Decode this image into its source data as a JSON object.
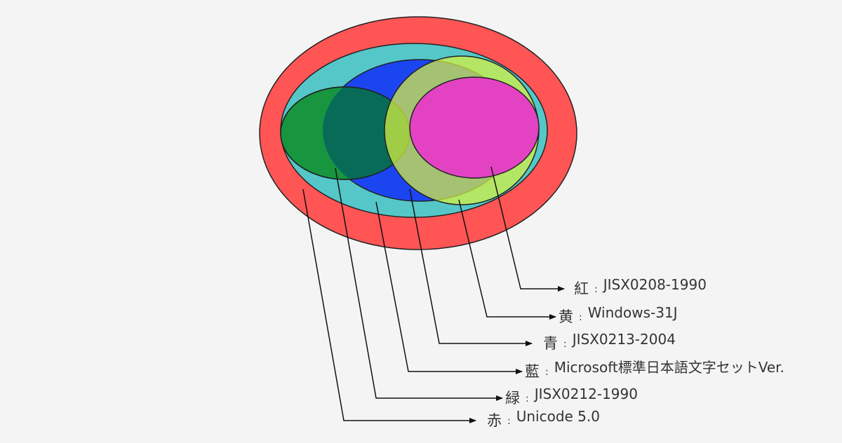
{
  "colors": {
    "background": "#f4f4f4",
    "red": "#ff5555",
    "teal": "#55c7c8",
    "blue": "#1c45f2",
    "green": "#17963f",
    "dark_green": "#086b58",
    "yellow": "#d9f23e",
    "olive": "#a8c218",
    "magenta": "#e343c2",
    "lines": "#111111"
  },
  "legend": [
    {
      "key": "紅",
      "value": "JISX0208-1990"
    },
    {
      "key": "黄",
      "value": "Windows-31J"
    },
    {
      "key": "青",
      "value": "JISX0213-2004"
    },
    {
      "key": "藍",
      "value": "Microsoft標準日本語文字セットVer."
    },
    {
      "key": "緑",
      "value": "JISX0212-1990"
    },
    {
      "key": "赤",
      "value": "Unicode 5.0"
    }
  ]
}
